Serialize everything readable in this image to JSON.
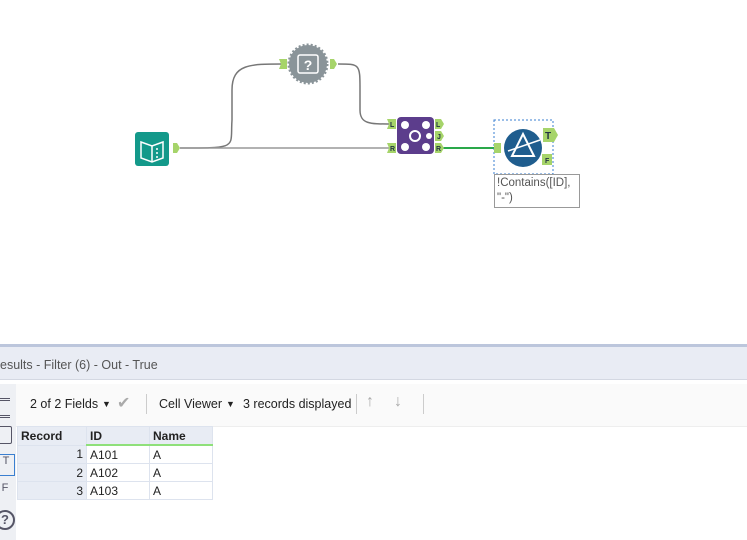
{
  "canvas": {
    "annotation_line1": "!Contains([ID],",
    "annotation_line2": "\"-\")",
    "join_anchors": {
      "in_left": "L",
      "in_right": "R",
      "out_left": "L",
      "out_join": "J",
      "out_right": "R"
    },
    "filter_anchors": {
      "true": "T",
      "false": "F"
    }
  },
  "results": {
    "title": "esults - Filter (6) - Out - True",
    "fields_selector": "2 of 2 Fields",
    "viewer_selector": "Cell Viewer",
    "records_displayed": "3 records displayed",
    "columns": [
      "Record",
      "ID",
      "Name"
    ],
    "rows": [
      [
        "1",
        "A101",
        "A"
      ],
      [
        "2",
        "A102",
        "A"
      ],
      [
        "3",
        "A103",
        "A"
      ]
    ]
  },
  "colors": {
    "join": "#5c3d8c",
    "filter": "#1f5d8e",
    "input": "#13998a",
    "anchor": "#a6d46a",
    "connection_active": "#2aa84a"
  }
}
